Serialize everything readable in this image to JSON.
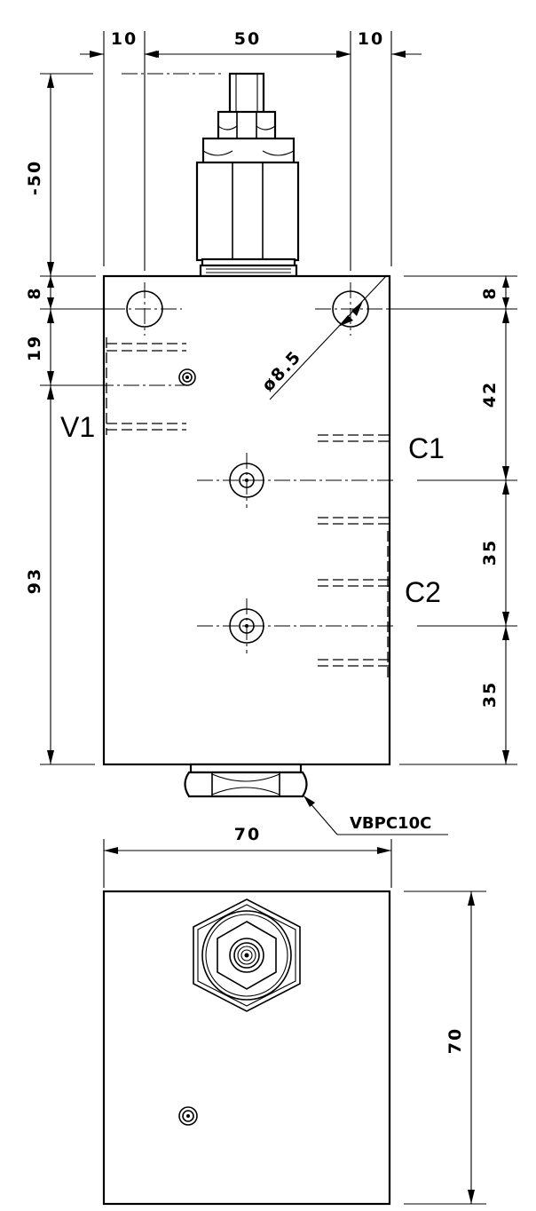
{
  "drawing": {
    "dimensions": {
      "top_left": "10",
      "top_middle": "50",
      "top_right": "10",
      "stem_height": "-50",
      "left_top_offset": "8",
      "left_port_offset": "19",
      "left_body": "93",
      "right_top_offset": "8",
      "right_c1": "42",
      "right_c2": "35",
      "right_bottom": "35",
      "hole_diameter": "ø8.5",
      "width_bottom_view": "70",
      "height_bottom_view": "70"
    },
    "ports": {
      "v1": "V1",
      "c1": "C1",
      "c2": "C2"
    },
    "part_callout": "VBPC10C"
  }
}
